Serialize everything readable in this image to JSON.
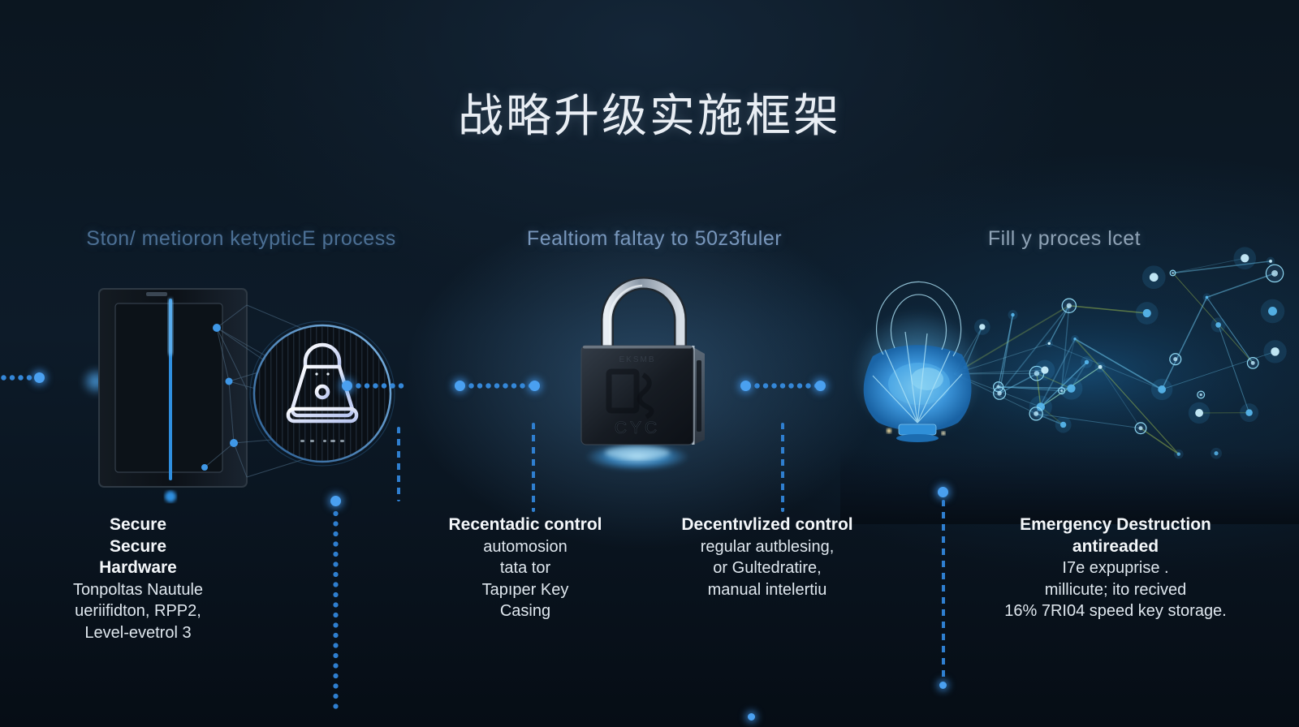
{
  "title": "战略升级实施框架",
  "section_headers": [
    {
      "label": "Ston/ metioron ketypticE process"
    },
    {
      "label": "Fealtiom faltay to 50z3fuler"
    },
    {
      "label": "Fill y proces lcet"
    }
  ],
  "text_blocks": [
    {
      "title_lines": [
        "Secure",
        "Secure",
        "Hardware"
      ],
      "body_lines": [
        "Tonpoltas Nautule",
        "ueriifidton, RPP2,",
        "Level-evetrol 3"
      ]
    },
    {
      "title_lines": [
        "Recentadic control"
      ],
      "body_lines": [
        "automosion",
        "tata tor",
        "Tapıper Key",
        "Casing"
      ]
    },
    {
      "title_lines": [
        "Decentıvlized control"
      ],
      "body_lines": [
        "regular autblesing,",
        "or Gultedratire,",
        "manual intelertiu"
      ]
    },
    {
      "title_lines": [
        "Emergency Destruction",
        "antireaded"
      ],
      "body_lines": [
        "I7e expuprise .",
        "millicute; ito recived",
        "16% 7RI04 speed key storage."
      ]
    }
  ],
  "graphics": {
    "left": {
      "name": "secure-hardware-module-with-lock-badge"
    },
    "center": {
      "name": "padlock-3d",
      "engraving": "EKSMB",
      "glyphs": "CYC"
    },
    "right": {
      "name": "glowing-data-network-stream"
    }
  },
  "colors": {
    "background_top": "#0d1b29",
    "background_bottom": "#060d15",
    "accent_dot_blue": "#2f7fd0",
    "glow_cyan": "#6fd0f2",
    "network_green": "#b8da52",
    "title_text": "#e9eef4",
    "header_left": "#4c7095",
    "header_center": "#7897bc",
    "header_right": "#8fa3b6",
    "body_text": "#dfe7ee"
  }
}
